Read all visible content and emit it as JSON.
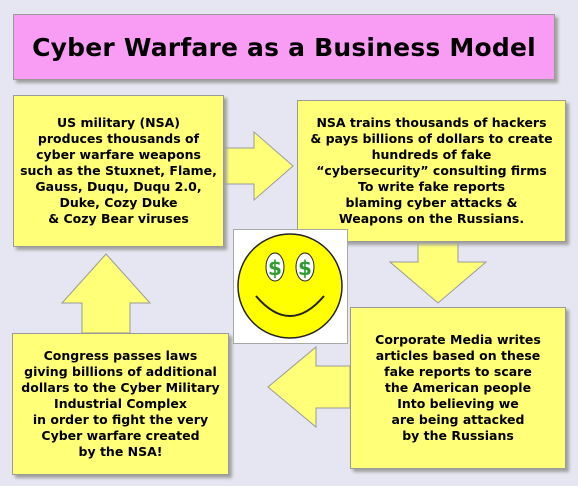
{
  "title": "Cyber Warfare as a Business Model",
  "boxes": {
    "military": {
      "lines": [
        "US military (NSA)",
        "produces thousands of",
        "cyber warfare weapons",
        "such as the Stuxnet, Flame,",
        "Gauss, Duqu, Duqu 2.0,",
        "Duke, Cozy Duke",
        "& Cozy Bear viruses"
      ]
    },
    "nsa_hackers": {
      "lines": [
        "NSA trains thousands of hackers",
        "& pays billions of dollars to create",
        "hundreds of fake",
        "“cybersecurity” consulting firms",
        "To write fake reports",
        "blaming cyber attacks &",
        "Weapons on the Russians."
      ]
    },
    "media": {
      "lines": [
        "Corporate Media writes",
        "articles based on these",
        "fake reports to scare",
        "the American people",
        "Into believing we",
        "are being attacked",
        "by the Russians"
      ]
    },
    "congress": {
      "lines": [
        "Congress passes laws",
        "giving billions of additional",
        "dollars to the Cyber Military",
        "Industrial Complex",
        "in order to fight the very",
        "Cyber warfare created",
        "by the NSA!"
      ]
    }
  },
  "smiley": {
    "eye_symbol": "$",
    "face_color": "#ffff00",
    "eye_color": "#2e9c2e"
  },
  "colors": {
    "title_bg": "#f99cf4",
    "box_fill": "#ffff78",
    "background": "#e6e6f2"
  }
}
